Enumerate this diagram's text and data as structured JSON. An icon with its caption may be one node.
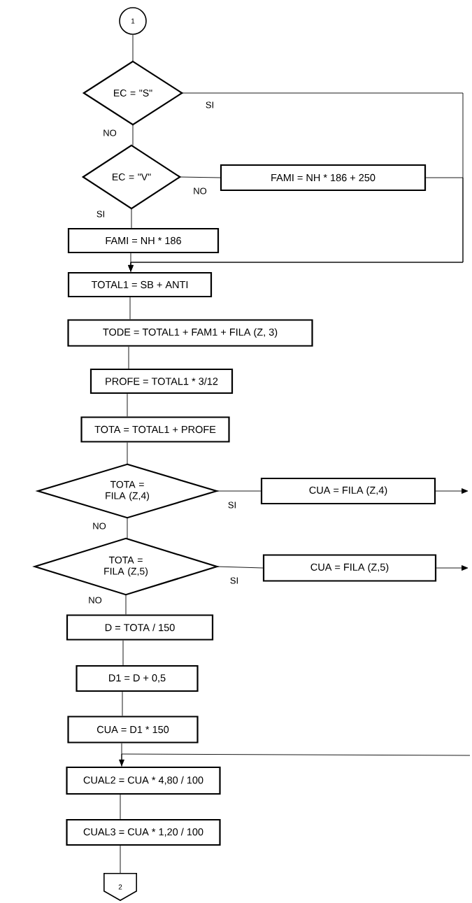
{
  "diagram": {
    "nodes": [
      {
        "text": [
          "1"
        ]
      },
      {
        "text": [
          "EC = \"S\""
        ]
      },
      {
        "text": [
          "EC = \"V\""
        ]
      },
      {
        "text": [
          "FAMI = NH * 186 + 250"
        ]
      },
      {
        "text": [
          "FAMI = NH * 186"
        ]
      },
      {
        "text": [
          "TOTAL1 = SB + ANTI"
        ]
      },
      {
        "text": [
          "TODE = TOTAL1 + FAM1 + FILA (Z, 3)"
        ]
      },
      {
        "text": [
          "PROFE = TOTAL1 * 3/12"
        ]
      },
      {
        "text": [
          "TOTA = TOTAL1 + PROFE"
        ]
      },
      {
        "text": [
          "TOTA = FILA (Z,4)"
        ]
      },
      {
        "text": [
          "CUA = FILA (Z,4)"
        ]
      },
      {
        "text": [
          "TOTA = FILA (Z,5)"
        ]
      },
      {
        "text": [
          "CUA = FILA (Z,5)"
        ]
      },
      {
        "text": [
          "D = TOTA / 150"
        ]
      },
      {
        "text": [
          "D1 = D + 0,5"
        ]
      },
      {
        "text": [
          "CUA = D1 * 150"
        ]
      },
      {
        "text": [
          "CUAL2 = CUA * 4,80 / 100"
        ]
      },
      {
        "text": [
          "CUAL3 = CUA * 1,20 / 100"
        ]
      },
      {
        "text": [
          "2"
        ]
      }
    ],
    "edges": [
      {
        "from": 0,
        "to": 1,
        "arrow": "none"
      },
      {
        "from": 1,
        "to": 2,
        "arrow": "none",
        "label": "NO"
      },
      {
        "from": 1,
        "to": 5,
        "arrow": "to",
        "label": "SI"
      },
      {
        "from": 2,
        "to": 3,
        "arrow": "none",
        "label": "NO"
      },
      {
        "from": 2,
        "to": 4,
        "arrow": "none",
        "label": "SI"
      },
      {
        "from": 3,
        "to": 5,
        "arrow": "to"
      },
      {
        "from": 4,
        "to": 5,
        "arrow": "none"
      },
      {
        "from": 5,
        "to": 6,
        "arrow": "none"
      },
      {
        "from": 6,
        "to": 7,
        "arrow": "none"
      },
      {
        "from": 7,
        "to": 8,
        "arrow": "none"
      },
      {
        "from": 8,
        "to": 9,
        "arrow": "none"
      },
      {
        "from": 9,
        "to": 10,
        "arrow": "none",
        "label": "SI"
      },
      {
        "from": 10,
        "to": null,
        "arrow": "to"
      },
      {
        "from": 9,
        "to": 11,
        "arrow": "none",
        "label": "NO"
      },
      {
        "from": 11,
        "to": 12,
        "arrow": "none",
        "label": "SI"
      },
      {
        "from": 12,
        "to": null,
        "arrow": "to"
      },
      {
        "from": 11,
        "to": 13,
        "arrow": "none",
        "label": "NO"
      },
      {
        "from": 13,
        "to": 14,
        "arrow": "none"
      },
      {
        "from": 14,
        "to": 15,
        "arrow": "none"
      },
      {
        "from": 15,
        "to": 16,
        "arrow": "none"
      },
      {
        "from": null,
        "to": 16,
        "arrow": "to"
      },
      {
        "from": 16,
        "to": 17,
        "arrow": "none"
      },
      {
        "from": 17,
        "to": 18,
        "arrow": "none"
      }
    ]
  }
}
